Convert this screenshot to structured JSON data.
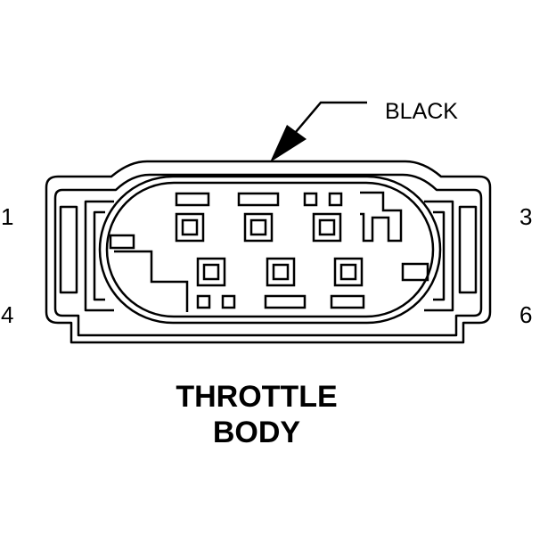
{
  "wire_color_label": "BLACK",
  "pin_labels": {
    "top_left": "1",
    "top_right": "3",
    "bottom_left": "4",
    "bottom_right": "6"
  },
  "component_name": {
    "line1": "THROTTLE",
    "line2": "BODY"
  },
  "colors": {
    "stroke": "#000000",
    "background": "#ffffff"
  }
}
